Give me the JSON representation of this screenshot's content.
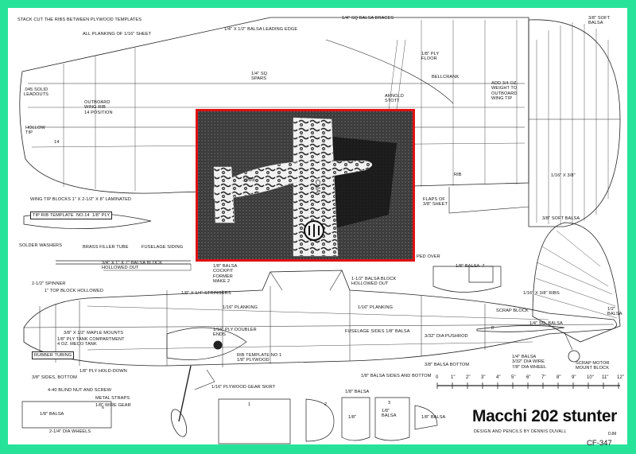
{
  "plan": {
    "title": "Macchi 202 stunter",
    "credit": "DESIGN AND PENCILS BY DENNIS DUVALL",
    "initials": "DJM",
    "plan_number": "CF-347"
  },
  "labels": {
    "stack_cut": "STACK CUT THE RIBS BETWEEN PLYWOOD TEMPLATES",
    "planking": "ALL PLANKING OF 1/16\" SHEET",
    "leading_edge": "1/4\" X 1/2\" BALSA LEADING EDGE",
    "braces": "1/4\" SQ BALSA BRACES",
    "soft_balsa_top": "3/8\" SOFT\nBALSA",
    "ply_floor": "1/8\" PLY\nFLOOR",
    "sq_spars": "1/4\" SQ\nSPARS",
    "bellcrank": "BELLCRANK",
    "leadouts": ".045 SOLID\nLEADOUTS",
    "outboard_rib": "OUTBOARD\nWING RIB\n14 POSITION",
    "arnold_stott": "ARNOLD\nSTOTT",
    "add_weight": "ADD 3/4 OZ.\nWEIGHT TO\nOUTBOARD\nWING TIP",
    "hollow_tip": "HOLLOW\nTIP",
    "rib14": "14",
    "rib": "RIB",
    "tail_sheet": "1/16\" X 3/8\"",
    "flaps": "FLAPS OF\n3/8\" SHEET",
    "wing_tip_blocks": "WING TIP BLOCKS 1\" X 2-1/2\" X 8\" LAMINATED",
    "tip_template": "TIP RIB TEMPLATE  NO.14  1/8\" PLY",
    "soft_balsa_mid": "3/8\" SOFT BALSA",
    "solder_washers": "SOLDER WASHERS",
    "brass_tube": "BRASS FILLER TUBE",
    "fuselage_siding": "FUSELAGE SIDING",
    "ped_over": "PED OVER",
    "part7_top": "1/8\" BALSA  7",
    "spinner": "2-1/2\" SPINNER",
    "top_block": "1\" TOP BLOCK HOLLOWED",
    "balsa_block": "3/4\" X 1\" X 7\" BALSA BLOCK\nHOLLOWED OUT",
    "cockpit_former": "1/8\" BALSA\nCOCKPIT\nFORMER\nMAKE 2",
    "stringers": "1/8\" X 1/4\" STRINGERS",
    "planking_mid": "1/16\" PLANKING",
    "block_hollow": "1-1/2\" BALSA BLOCK\nHOLLOWED OUT",
    "planking_right": "1/16\" PLANKING",
    "tail_ribs": "1/16\" X 3/8\" RIBS",
    "balsa_1_2": "1/2\"\nBALSA",
    "scrap_block": "SCRAP BLOCK",
    "sq_balsa": "1/4\" SQ. BALSA",
    "maple_mounts": "3/8\" X 1/2\" MAPLE MOUNTS",
    "tank_compartment": "1/8\" PLY TANK COMPARTMENT\n4 OZ. MECO TANK",
    "doubler": "1/16\" PLY DOUBLER\nENDS",
    "fuselage_sides": "FUSELAGE SIDES 1/8\" BALSA",
    "pushrod": "3/32\" DIA PUSHROD",
    "rubber_tubing": "RUBBER TUBING",
    "rib_template": "RIB TEMPLATE NO 1\n1/8\" PLYWOOD",
    "balsa_bottom": "3/8\" BALSA BOTTOM",
    "tailwheel": "1/4\" BALSA\n3/32\" DIA WIRE\n7/8\" DIA WHEEL",
    "scrap_motor": "SCRAP MOTOR\nMOUNT BLOCK",
    "sides_bottom": "3/8\" SIDES, BOTTOM",
    "ply_holddown": "1/8\" PLY HOLD-DOWN",
    "sides_and_bottom": "1/8\" BALSA SIDES AND BOTTOM",
    "blind_nut": "4-40 BLIND NUT AND SCREW",
    "gear_skirt": "1/16\" PLYWOOD GEAR SKIRT",
    "metal_straps": "METAL STRAPS",
    "wire_gear": "1/8\" WIRE GEAR",
    "balsa_part6": "1/8\" BALSA",
    "num6": "6",
    "dia_wheels": "2-1/4\" DIA WHEELS",
    "balsa_lower": "1/8\" BALSA",
    "balsa_part3": "1/8\"\nBALSA",
    "num1": "1",
    "num2": "2",
    "num3": "3",
    "balsa_part2": "1/8\"",
    "balsa_right": "1/8\" BALSA",
    "num8": "8"
  },
  "scale": {
    "ticks": [
      "0",
      "1\"",
      "2\"",
      "3\"",
      "4\"",
      "5\"",
      "6\"",
      "7\"",
      "8\"",
      "9\"",
      "10\"",
      "11\"",
      "12\""
    ]
  },
  "photo": {
    "wing_marking_left": "1969",
    "wing_marking_right": "CUA"
  }
}
